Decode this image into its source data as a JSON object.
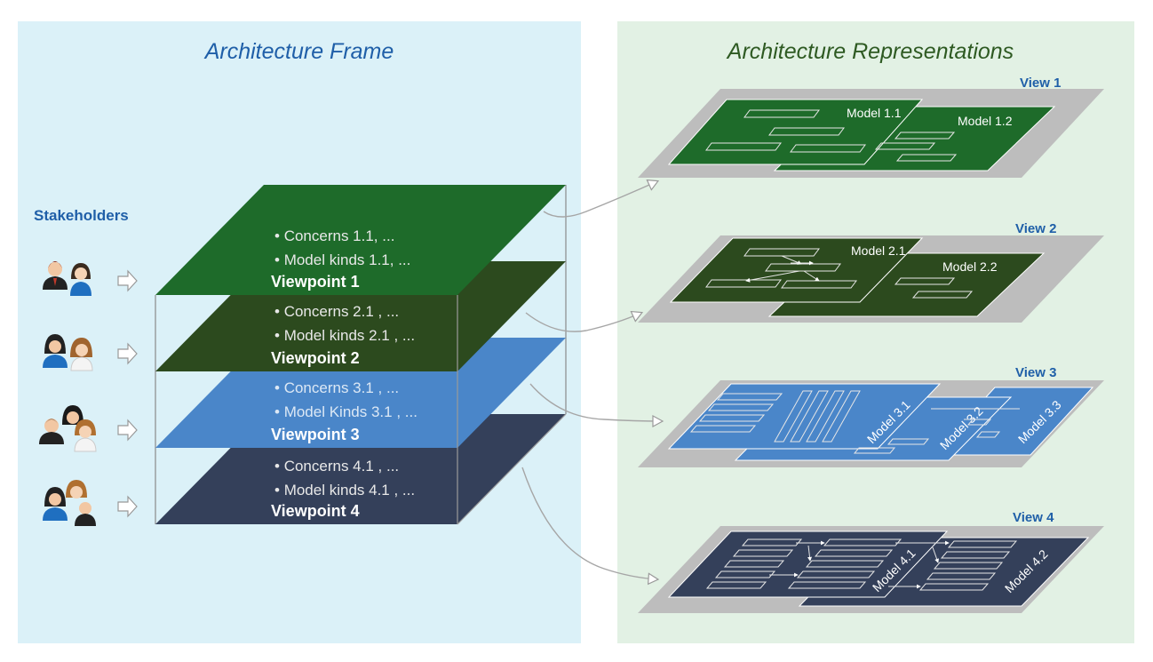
{
  "frame": {
    "title": "Architecture Frame",
    "stakeholders_label": "Stakeholders"
  },
  "representations": {
    "title": "Architecture Representations"
  },
  "viewpoints": [
    {
      "name": "Viewpoint 1",
      "concerns": "Concerns 1.1, ...",
      "model_kinds": "Model kinds 1.1, ...",
      "color": "#1e6b2a"
    },
    {
      "name": "Viewpoint 2",
      "concerns": "Concerns 2.1 , ...",
      "model_kinds": "Model kinds 2.1 , ...",
      "color": "#2c4a1e"
    },
    {
      "name": "Viewpoint 3",
      "concerns": "Concerns 3.1 , ...",
      "model_kinds": "Model Kinds 3.1 , ...",
      "color": "#4a86c9"
    },
    {
      "name": "Viewpoint 4",
      "concerns": "Concerns 4.1 , ...",
      "model_kinds": "Model kinds 4.1 , ...",
      "color": "#34405a"
    }
  ],
  "views": [
    {
      "name": "View 1",
      "models": [
        "Model 1.1",
        "Model 1.2"
      ],
      "color": "#1e6b2a"
    },
    {
      "name": "View 2",
      "models": [
        "Model 2.1",
        "Model 2.2"
      ],
      "color": "#2c4a1e"
    },
    {
      "name": "View 3",
      "models": [
        "Model 3.1",
        "Model 3.2",
        "Model 3.3"
      ],
      "color": "#4a86c9"
    },
    {
      "name": "View 4",
      "models": [
        "Model 4.1",
        "Model 4.2"
      ],
      "color": "#34405a"
    }
  ],
  "colors": {
    "frame_background": "#dbf1f8",
    "representations_background": "#e2f1e4",
    "frame_title": "#1f5fa8",
    "representations_title": "#2e5a22",
    "view_label": "#1f5fa8",
    "view_tray": "#bdbdbd"
  }
}
